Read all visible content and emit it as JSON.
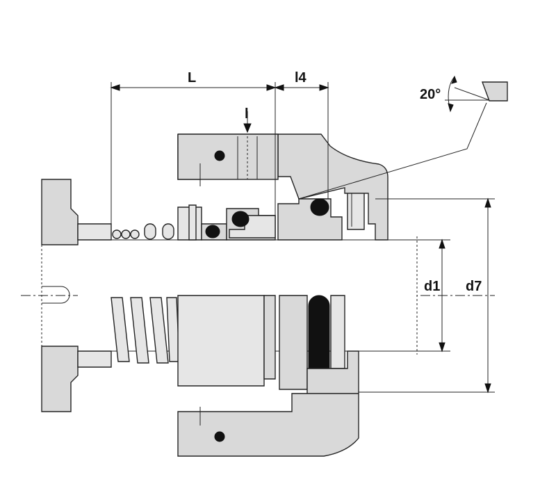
{
  "labels": {
    "L": "L",
    "l4": "l4",
    "l": "l",
    "d1": "d1",
    "d7": "d7",
    "angle": "20°"
  },
  "colors": {
    "part_fill": "#d9d9d9",
    "part_light": "#e6e6e6",
    "line": "#222222",
    "o_ring": "#111111"
  }
}
